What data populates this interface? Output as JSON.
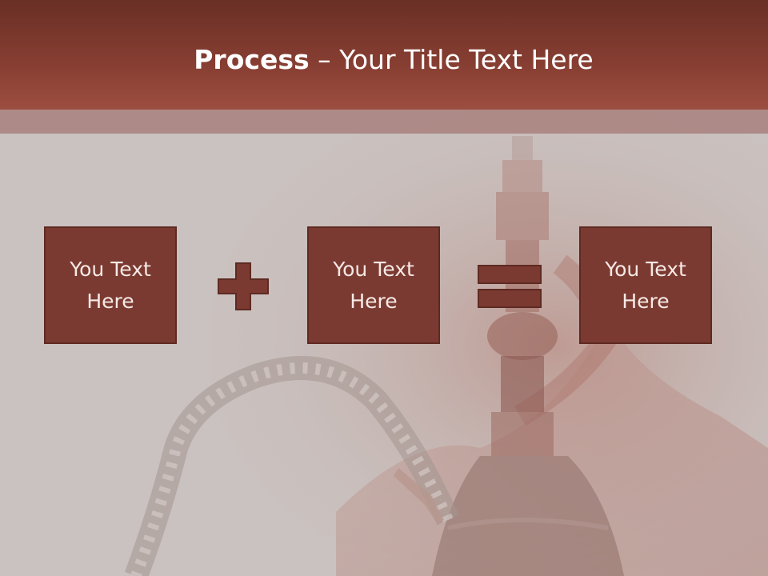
{
  "title": {
    "bold": "Process",
    "rest": " – Your Title Text Here"
  },
  "process": [
    {
      "text": "You Text Here"
    },
    {
      "text": "You Text Here"
    },
    {
      "text": "You Text Here"
    }
  ],
  "operators": [
    "plus-icon",
    "equals-icon"
  ],
  "colors": {
    "title_bar": "#853d31",
    "box_fill": "#7b3a31",
    "box_border": "#5e2a22",
    "background": "#c8bfbd"
  }
}
